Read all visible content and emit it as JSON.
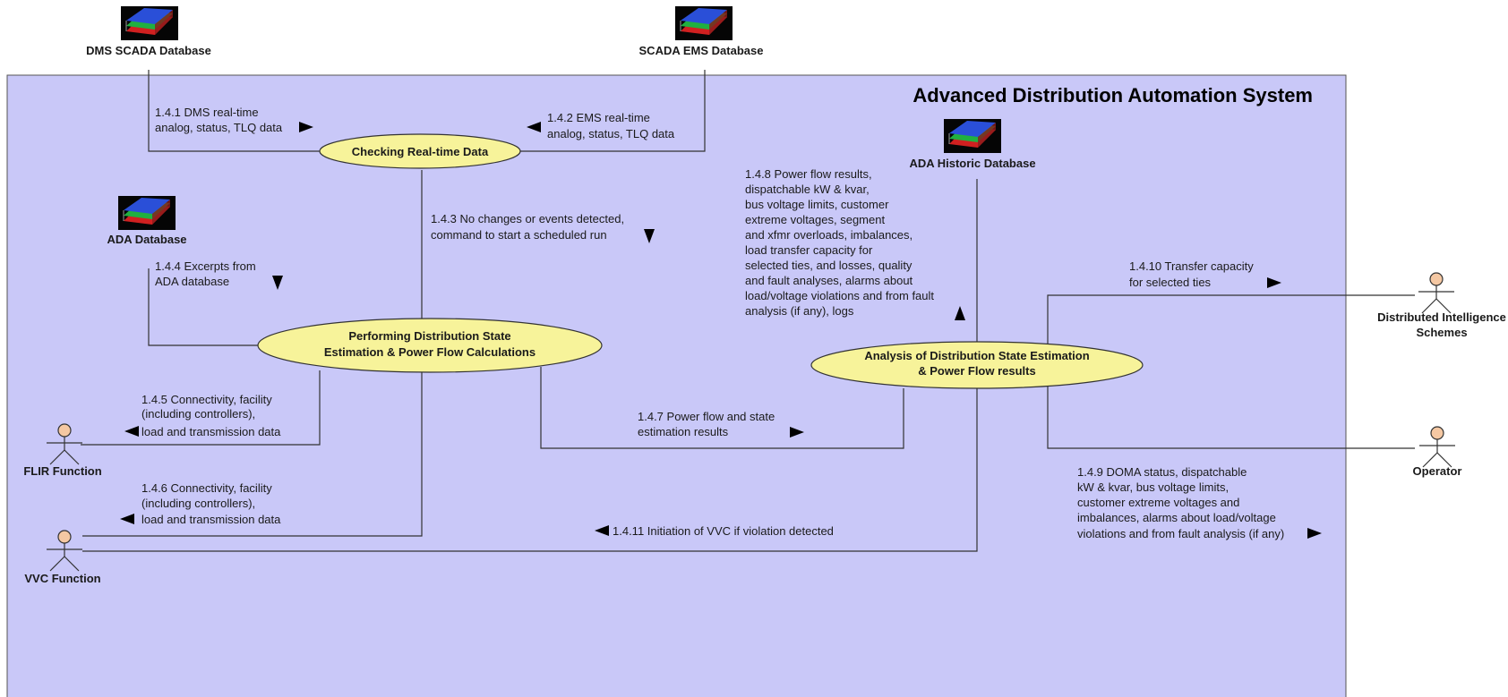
{
  "system": {
    "title": "Advanced Distribution Automation System"
  },
  "use_cases": {
    "checking": [
      "Checking Real-time Data"
    ],
    "performing": [
      "Performing Distribution State",
      "Estimation & Power Flow Calculations"
    ],
    "analysis": [
      "Analysis of Distribution State Estimation",
      "& Power Flow results"
    ]
  },
  "databases": {
    "dms_scada": "DMS SCADA Database",
    "scada_ems": "SCADA EMS Database",
    "ada": "ADA Database",
    "ada_historic": "ADA Historic Database"
  },
  "actors": {
    "distributed": [
      "Distributed Intelligence",
      "Schemes"
    ],
    "operator": [
      "Operator"
    ],
    "flir": [
      "FLIR Function"
    ],
    "vvc": [
      "VVC Function"
    ]
  },
  "flows": {
    "f141": [
      "1.4.1 DMS real-time",
      "analog, status, TLQ data"
    ],
    "f142": [
      "1.4.2 EMS real-time",
      "analog, status, TLQ data"
    ],
    "f143": [
      "1.4.3 No changes or events detected,",
      "command to start a scheduled run"
    ],
    "f144": [
      "1.4.4 Excerpts from",
      "ADA database"
    ],
    "f145": [
      "1.4.5 Connectivity, facility",
      "(including controllers),",
      "load and transmission data"
    ],
    "f146": [
      "1.4.6 Connectivity, facility",
      "(including controllers),",
      "load and transmission data"
    ],
    "f147": [
      "1.4.7 Power flow and state",
      "estimation results"
    ],
    "f148": [
      "1.4.8 Power flow results,",
      "dispatchable kW & kvar,",
      "bus voltage limits, customer",
      "extreme voltages, segment",
      "and xfmr overloads, imbalances,",
      "load transfer capacity for",
      "selected ties, and losses, quality",
      "and fault analyses, alarms about",
      "load/voltage violations and from fault",
      "analysis (if any), logs"
    ],
    "f149": [
      "1.4.9 DOMA status, dispatchable",
      "kW & kvar, bus voltage limits,",
      "customer extreme voltages and",
      "imbalances, alarms about load/voltage",
      "violations and from fault analysis (if any)"
    ],
    "f1410": [
      "1.4.10 Transfer capacity",
      "for selected ties"
    ],
    "f1411": [
      "1.4.11 Initiation of VVC if violation detected"
    ]
  },
  "colors": {
    "system_fill": "#c9c8f8",
    "usecase_fill": "#f7f39a",
    "actor_fill": "#f5c8a3",
    "db_bg": "#050505"
  },
  "icons": {
    "database": "database-stack-icon",
    "actor": "stick-figure-icon",
    "arrow": "triangle-arrow-icon"
  }
}
